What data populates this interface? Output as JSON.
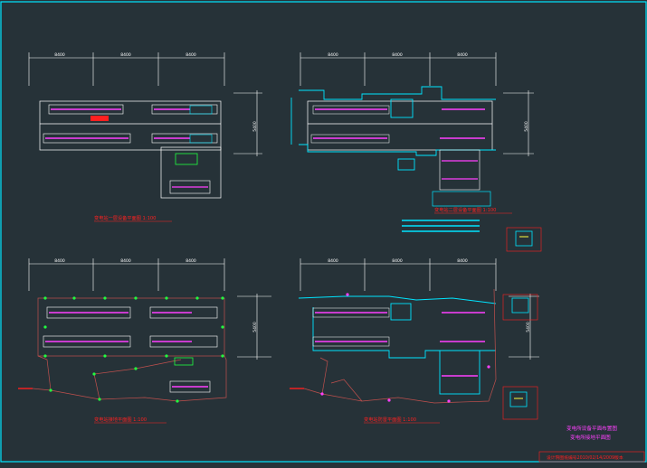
{
  "drawing": {
    "background": "#263238",
    "colors": {
      "border": "#00e5ff",
      "dim": "#ffffff",
      "wall": "#ffffff",
      "cyan": "#00e5ff",
      "magenta": "#ff40ff",
      "red": "#ff2020",
      "green": "#20ff40",
      "yellow": "#ffff40",
      "brown": "#c0504d"
    },
    "dims": {
      "seg_a": "8400",
      "seg_b": "8400",
      "seg_c": "8400",
      "side": "5400"
    },
    "plans": [
      {
        "id": "p1",
        "caption": "变电站一层设备平面图 1:100"
      },
      {
        "id": "p2",
        "caption": "变电站二层设备平面图 1:100"
      },
      {
        "id": "p3",
        "caption": "变电站接地平面图 1:100"
      },
      {
        "id": "p4",
        "caption": "变电站防雷平面图 1:100"
      }
    ],
    "note_right": {
      "line1": "变电所设备平面布置图",
      "line2": "变电所接地平面图"
    },
    "title_block": "设计院图纸编号2010/02/14/2009版本"
  }
}
